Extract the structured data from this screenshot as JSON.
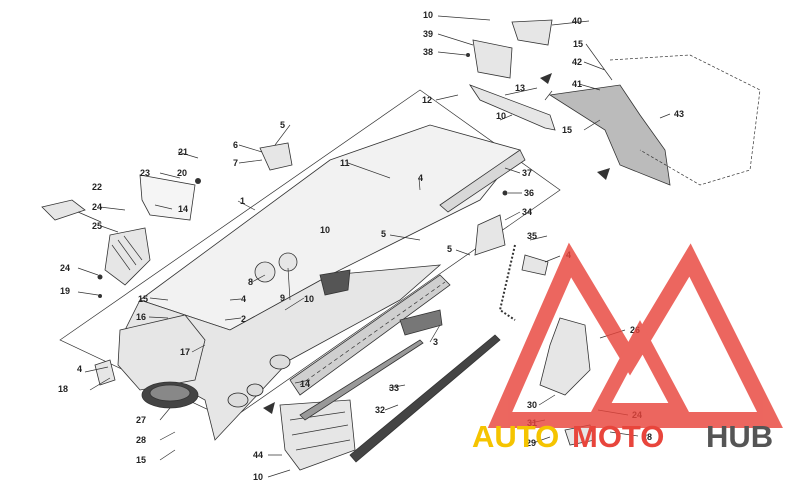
{
  "diagram": {
    "callouts": [
      {
        "id": "c1",
        "text": "1"
      },
      {
        "id": "c2",
        "text": "2"
      },
      {
        "id": "c3",
        "text": "3"
      },
      {
        "id": "c4a",
        "text": "4"
      },
      {
        "id": "c4b",
        "text": "4"
      },
      {
        "id": "c4c",
        "text": "4"
      },
      {
        "id": "c4d",
        "text": "4"
      },
      {
        "id": "c5a",
        "text": "5"
      },
      {
        "id": "c5b",
        "text": "5"
      },
      {
        "id": "c5c",
        "text": "5"
      },
      {
        "id": "c6",
        "text": "6"
      },
      {
        "id": "c7",
        "text": "7"
      },
      {
        "id": "c8",
        "text": "8"
      },
      {
        "id": "c9",
        "text": "9"
      },
      {
        "id": "c10a",
        "text": "10"
      },
      {
        "id": "c10b",
        "text": "10"
      },
      {
        "id": "c10c",
        "text": "10"
      },
      {
        "id": "c10d",
        "text": "10"
      },
      {
        "id": "c10e",
        "text": "10"
      },
      {
        "id": "c11",
        "text": "11"
      },
      {
        "id": "c12",
        "text": "12"
      },
      {
        "id": "c13",
        "text": "13"
      },
      {
        "id": "c14a",
        "text": "14"
      },
      {
        "id": "c14b",
        "text": "14"
      },
      {
        "id": "c15a",
        "text": "15"
      },
      {
        "id": "c15b",
        "text": "15"
      },
      {
        "id": "c15c",
        "text": "15"
      },
      {
        "id": "c15d",
        "text": "15"
      },
      {
        "id": "c16",
        "text": "16"
      },
      {
        "id": "c17",
        "text": "17"
      },
      {
        "id": "c18",
        "text": "18"
      },
      {
        "id": "c19",
        "text": "19"
      },
      {
        "id": "c20",
        "text": "20"
      },
      {
        "id": "c21",
        "text": "21"
      },
      {
        "id": "c22",
        "text": "22"
      },
      {
        "id": "c23",
        "text": "23"
      },
      {
        "id": "c24a",
        "text": "24"
      },
      {
        "id": "c24b",
        "text": "24"
      },
      {
        "id": "c24c",
        "text": "24"
      },
      {
        "id": "c25",
        "text": "25"
      },
      {
        "id": "c26",
        "text": "26"
      },
      {
        "id": "c27",
        "text": "27"
      },
      {
        "id": "c28a",
        "text": "28"
      },
      {
        "id": "c28b",
        "text": "28"
      },
      {
        "id": "c29",
        "text": "29"
      },
      {
        "id": "c30",
        "text": "30"
      },
      {
        "id": "c31",
        "text": "31"
      },
      {
        "id": "c32",
        "text": "32"
      },
      {
        "id": "c33",
        "text": "33"
      },
      {
        "id": "c34",
        "text": "34"
      },
      {
        "id": "c35",
        "text": "35"
      },
      {
        "id": "c36",
        "text": "36"
      },
      {
        "id": "c37",
        "text": "37"
      },
      {
        "id": "c38",
        "text": "38"
      },
      {
        "id": "c39",
        "text": "39"
      },
      {
        "id": "c40",
        "text": "40"
      },
      {
        "id": "c41",
        "text": "41"
      },
      {
        "id": "c42",
        "text": "42"
      },
      {
        "id": "c43",
        "text": "43"
      },
      {
        "id": "c44",
        "text": "44"
      }
    ]
  },
  "watermark": {
    "part1": "AUTO",
    "part2": "MOTO",
    "part3": "HUB",
    "color_auto": "#f5c400",
    "color_moto": "#e8453c",
    "color_hub": "#555555",
    "logo_color": "#e8453c"
  }
}
